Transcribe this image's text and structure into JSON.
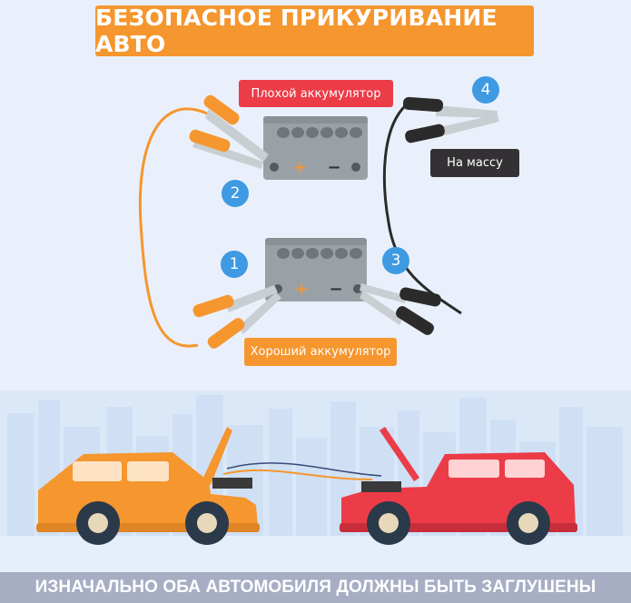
{
  "title": "БЕЗОПАСНОЕ ПРИКУРИВАНИЕ АВТО",
  "labels": {
    "bad_battery": "Плохой аккумулятор",
    "good_battery": "Хороший аккумулятор",
    "ground": "На массу"
  },
  "steps": [
    "1",
    "2",
    "3",
    "4"
  ],
  "terminal_symbols": {
    "plus": "+",
    "minus": "−"
  },
  "footer": "ИЗНАЧАЛЬНО ОБА АВТОМОБИЛЯ ДОЛЖНЫ БЫТЬ ЗАГЛУШЕНЫ",
  "colors": {
    "title_bg": "#f5962e",
    "bad_label_bg": "#ec3c48",
    "good_label_bg": "#f5962e",
    "ground_label_bg": "#333134",
    "step_badge": "#3e9ae2",
    "orange_cable": "#f5962e",
    "black_cable": "#2b2b2b",
    "battery": "#9aa1a6",
    "left_car": "#f5962e",
    "right_car": "#ec3c48",
    "footer_bg": "#a7aec4"
  }
}
